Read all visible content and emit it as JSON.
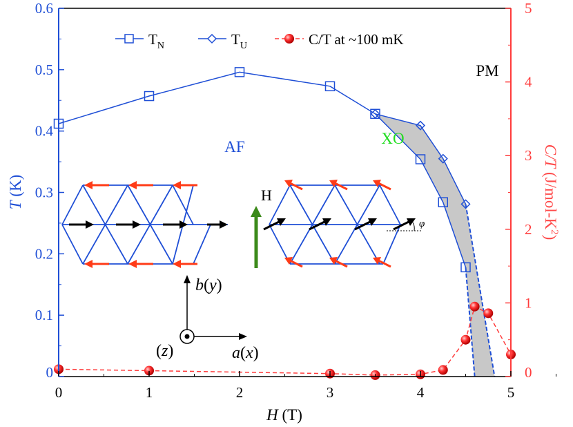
{
  "colors": {
    "tn": "#1f4fd6",
    "tu": "#1f4fd6",
    "ct": "#ff3b3b",
    "left_axis": "#1f4fd6",
    "right_axis": "#ff3b3b",
    "xo_fill": "#c8c8c8",
    "xo_label": "#22dd22",
    "field_arrow": "#3b8a1a",
    "lattice": "#1f4fd6",
    "spin_outer": "#ff3b17",
    "spin_inner": "#000000"
  },
  "chart_data": {
    "type": "line",
    "xlabel": {
      "italic": "H",
      "unit": " (T)"
    },
    "ylabel_left": {
      "italic": "T",
      "unit": " (K)"
    },
    "ylabel_right": {
      "italic": "C/T",
      "unit": " (J/mol-K",
      "sup": "2",
      "close": ")"
    },
    "xlim": [
      0,
      5
    ],
    "ylim_left": [
      0,
      0.6
    ],
    "ylim_right": [
      0,
      5
    ],
    "x_ticks": [
      "0",
      "1",
      "2",
      "3",
      "4",
      "5"
    ],
    "y_left_ticks": [
      "0",
      "0.1",
      "0.2",
      "0.3",
      "0.4",
      "0.5",
      "0.6"
    ],
    "y_right_ticks": [
      "0",
      "1",
      "2",
      "3",
      "4",
      "5"
    ],
    "legend": {
      "placement": "top",
      "entries": [
        {
          "label": "T",
          "sub": "N"
        },
        {
          "label": "T",
          "sub": "U"
        },
        {
          "label": "C/T at ~100 mK"
        }
      ]
    },
    "series": [
      {
        "id": "tn",
        "axis": "left",
        "marker": "square",
        "x": [
          0,
          1,
          2,
          3,
          3.5,
          4,
          4.25,
          4.5
        ],
        "y": [
          0.412,
          0.457,
          0.496,
          0.473,
          0.428,
          0.354,
          0.284,
          0.178
        ]
      },
      {
        "id": "tu",
        "axis": "left",
        "marker": "diamond",
        "x": [
          3.5,
          4,
          4.25,
          4.5
        ],
        "y": [
          0.428,
          0.409,
          0.355,
          0.281
        ]
      },
      {
        "id": "ct",
        "axis": "right",
        "marker": "sphere",
        "x": [
          0,
          1,
          3,
          3.5,
          4,
          4.25,
          4.5,
          4.6,
          4.75,
          5
        ],
        "y": [
          0.1,
          0.08,
          0.04,
          0.02,
          0.03,
          0.09,
          0.5,
          0.95,
          0.86,
          0.3
        ]
      }
    ],
    "extrapolations": [
      {
        "of": "tn",
        "x": [
          4.5,
          4.6
        ],
        "y": [
          0.178,
          0.0
        ]
      },
      {
        "of": "tu",
        "x": [
          4.5,
          4.82
        ],
        "y": [
          0.281,
          0.0
        ]
      }
    ],
    "annotations": {
      "af": "AF",
      "pm": "PM",
      "xo": "XO",
      "field": "H",
      "angle": "φ",
      "axis_b": {
        "italic": "b",
        "paren": "y"
      },
      "axis_a": {
        "italic": "a",
        "paren": "x"
      },
      "axis_z": {
        "paren": "z"
      }
    }
  }
}
